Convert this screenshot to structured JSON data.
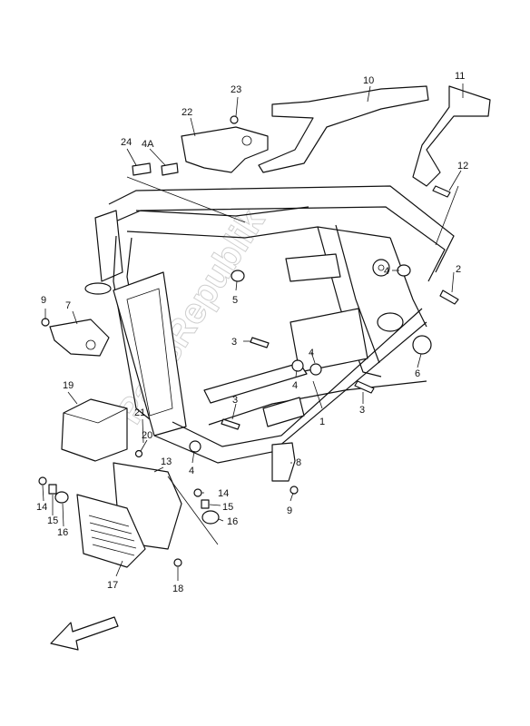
{
  "callouts": {
    "c1": "1",
    "c2": "2",
    "c3a": "3",
    "c3b": "3",
    "c3c": "3",
    "c4a": "4",
    "c4b": "4",
    "c4c": "4",
    "c4d": "4",
    "c4A": "4A",
    "c5": "5",
    "c6": "6",
    "c7": "7",
    "c8": "8",
    "c9a": "9",
    "c9b": "9",
    "c10": "10",
    "c11": "11",
    "c12": "12",
    "c13": "13",
    "c14a": "14",
    "c14b": "14",
    "c15a": "15",
    "c15b": "15",
    "c16a": "16",
    "c16b": "16",
    "c17": "17",
    "c18": "18",
    "c19": "19",
    "c20": "20",
    "c21": "21",
    "c22": "22",
    "c23": "23",
    "c24": "24"
  },
  "watermark": "PartsRepublik"
}
